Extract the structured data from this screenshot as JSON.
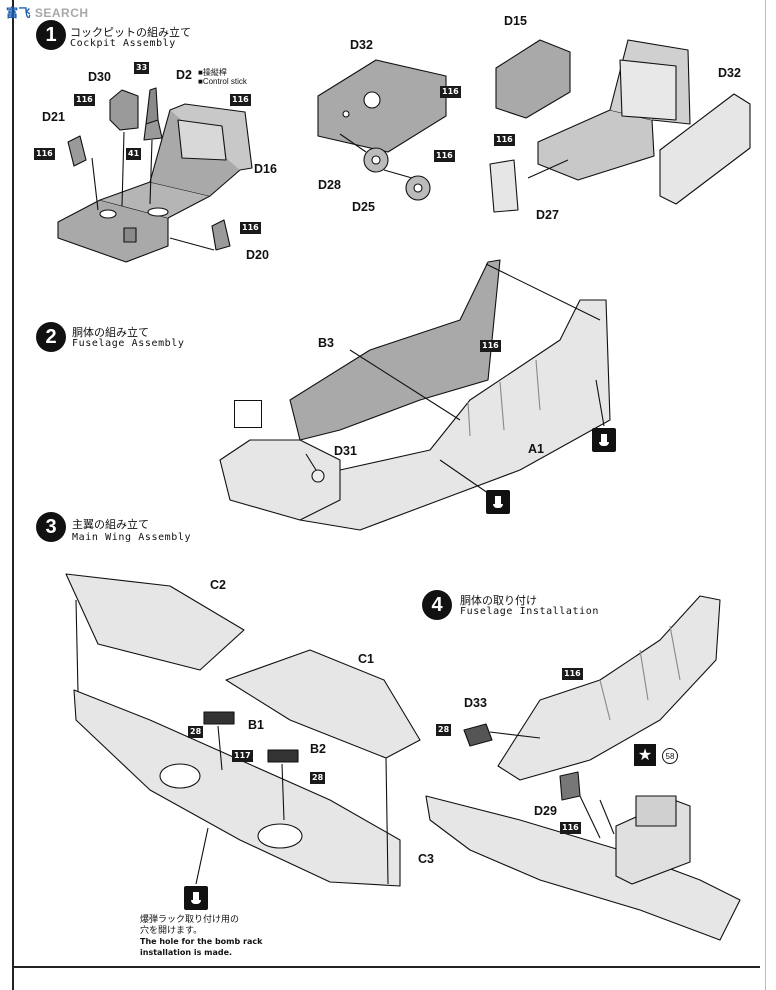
{
  "watermark": {
    "cn": "富飞",
    "en": "SEARCH"
  },
  "steps": [
    {
      "num": "1",
      "jp": "コックピットの組み立て",
      "en": "Cockpit Assembly"
    },
    {
      "num": "2",
      "jp": "胴体の組み立て",
      "en": "Fuselage Assembly"
    },
    {
      "num": "3",
      "jp": "主翼の組み立て",
      "en": "Main Wing Assembly"
    },
    {
      "num": "4",
      "jp": "胴体の取り付け",
      "en": "Fuselage Installation"
    }
  ],
  "step1": {
    "labels": {
      "d30": "D30",
      "d2": "D2",
      "d21": "D21",
      "d16": "D16",
      "d20": "D20"
    },
    "badges": {
      "b33": "33",
      "b116a": "116",
      "b116b": "116",
      "b116c": "116",
      "b116d": "116",
      "b41": "41"
    },
    "control_stick_jp": "■操縦桿",
    "control_stick_en": "■Control stick",
    "right": {
      "labels": {
        "d32a": "D32",
        "d28": "D28",
        "d25": "D25",
        "d15": "D15",
        "d32b": "D32",
        "d27": "D27"
      },
      "badges": {
        "b116e": "116",
        "b116f": "116",
        "b116g": "116"
      }
    }
  },
  "step2": {
    "labels": {
      "b3": "B3",
      "a1": "A1",
      "d31": "D31"
    },
    "badges": {
      "b116": "116"
    }
  },
  "step3": {
    "labels": {
      "c2": "C2",
      "c1": "C1",
      "b1": "B1",
      "b2": "B2",
      "c3": "C3"
    },
    "badges": {
      "b28a": "28",
      "b117": "117",
      "b28b": "28"
    },
    "bomb_note": {
      "jp1": "爆弾ラック取り付け用の",
      "jp2": "穴を開けます。",
      "en1": "The hole for the bomb rack",
      "en2": "installation is made."
    }
  },
  "step4": {
    "labels": {
      "d33": "D33",
      "d29": "D29"
    },
    "badges": {
      "b116a": "116",
      "b28": "28",
      "b116b": "116"
    },
    "decal_no": "58",
    "star": "★"
  },
  "colors": {
    "ink": "#111111",
    "part_fill": "#a9a9a9",
    "watermark_blue": "#1c5fb4"
  }
}
